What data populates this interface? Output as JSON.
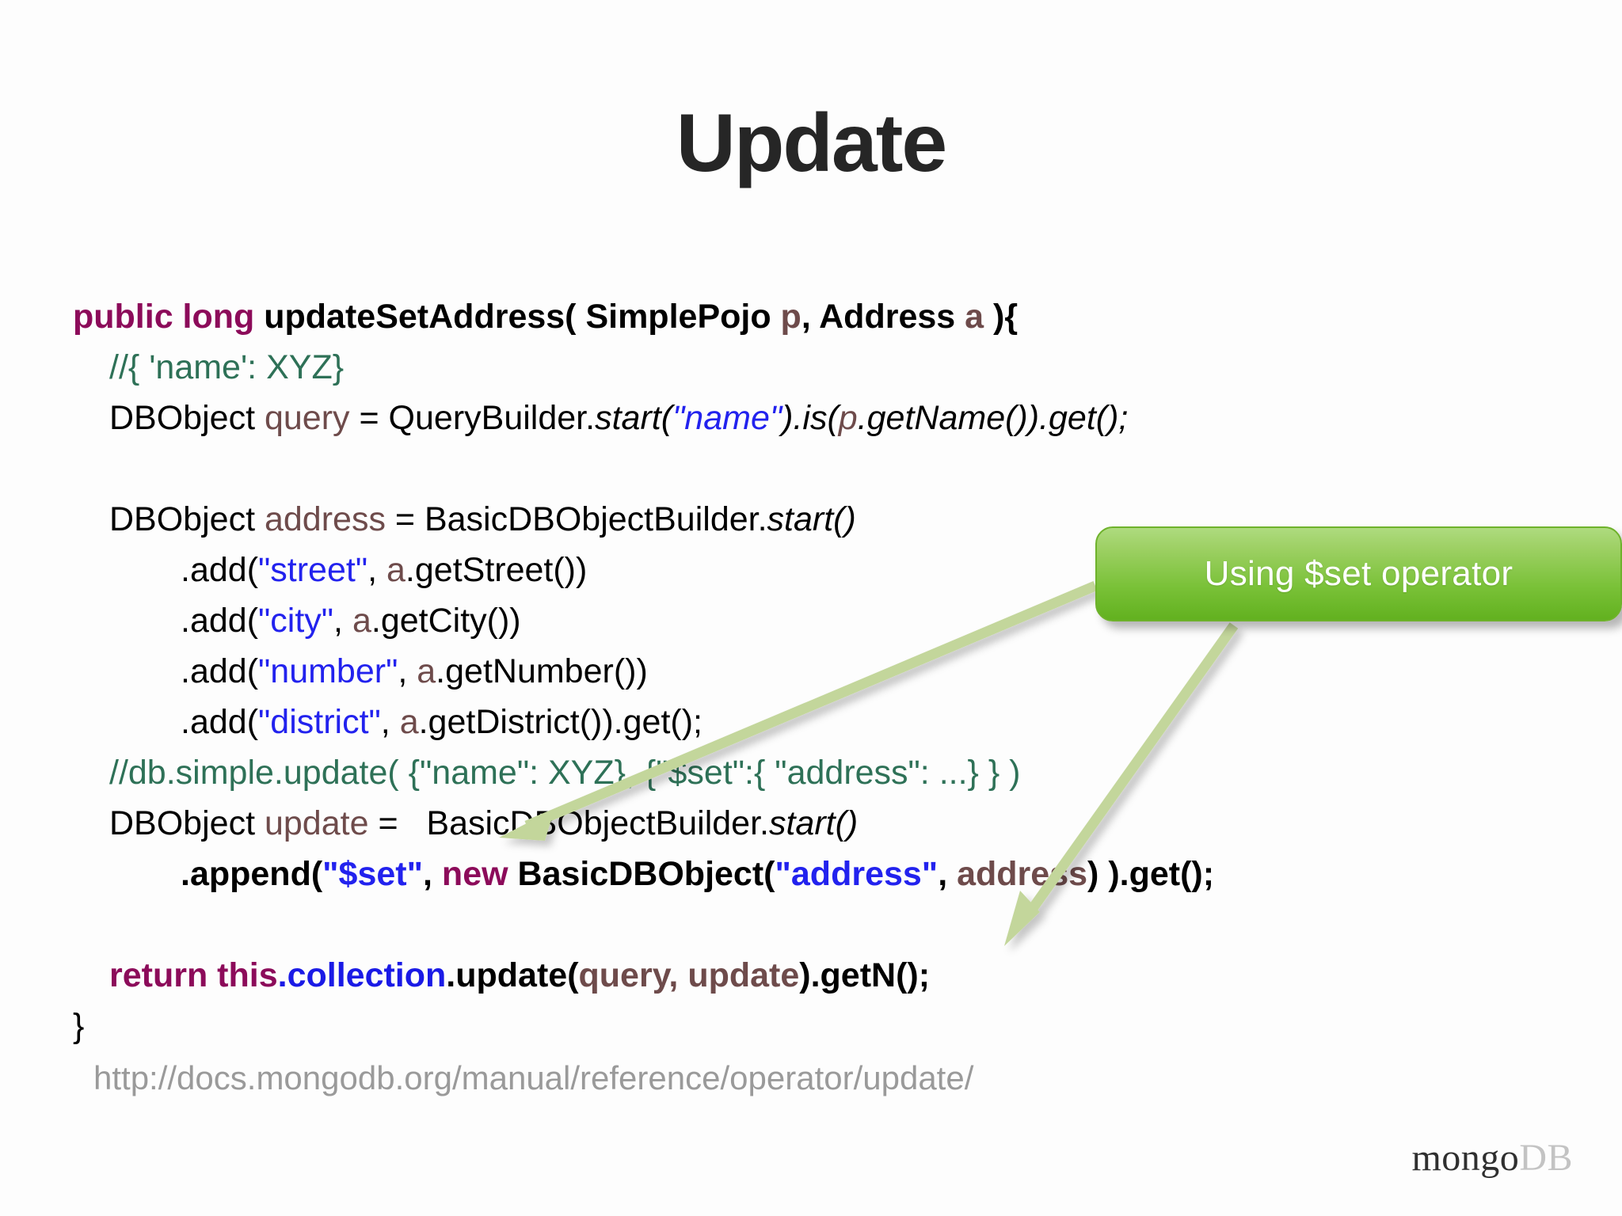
{
  "slide": {
    "title": "Update",
    "background_color": "#ffffff"
  },
  "code": {
    "language": "java",
    "lines": [
      {
        "id": "line-signature",
        "indent": 0,
        "text": "public long updateSetAddress( SimplePojo p, Address a ){",
        "tokens": [
          {
            "t": "public long",
            "c": "keyword"
          },
          {
            "t": " updateSetAddress( SimplePojo ",
            "c": "plain-bold"
          },
          {
            "t": "p",
            "c": "variable-bold"
          },
          {
            "t": ", Address ",
            "c": "plain-bold"
          },
          {
            "t": "a",
            "c": "variable-bold"
          },
          {
            "t": " ){",
            "c": "plain-bold"
          }
        ]
      },
      {
        "id": "line-comment-name",
        "indent": 1,
        "text": "//{ 'name': XYZ}",
        "tokens": [
          {
            "t": "//{ 'name': XYZ}",
            "c": "comment"
          }
        ]
      },
      {
        "id": "line-query",
        "indent": 1,
        "text": "DBObject query = QueryBuilder.start(\"name\").is(p.getName()).get();",
        "tokens": [
          {
            "t": "DBObject ",
            "c": "plain"
          },
          {
            "t": "query",
            "c": "variable"
          },
          {
            "t": " = QueryBuilder.",
            "c": "plain"
          },
          {
            "t": "start(",
            "c": "plain-italic"
          },
          {
            "t": "\"name\"",
            "c": "string-italic"
          },
          {
            "t": ").is(",
            "c": "plain-italic"
          },
          {
            "t": "p",
            "c": "variable-italic"
          },
          {
            "t": ".getName()).get();",
            "c": "plain-italic"
          }
        ]
      },
      {
        "id": "line-blank-1",
        "indent": 0,
        "text": "",
        "tokens": []
      },
      {
        "id": "line-address-builder",
        "indent": 1,
        "text": "DBObject address = BasicDBObjectBuilder.start()",
        "tokens": [
          {
            "t": "DBObject ",
            "c": "plain"
          },
          {
            "t": "address",
            "c": "variable"
          },
          {
            "t": " = BasicDBObjectBuilder.",
            "c": "plain"
          },
          {
            "t": "start()",
            "c": "plain-italic"
          }
        ]
      },
      {
        "id": "line-add-street",
        "indent": 2,
        "text": ".add(\"street\", a.getStreet())",
        "tokens": [
          {
            "t": ".add(",
            "c": "plain"
          },
          {
            "t": "\"street\"",
            "c": "string"
          },
          {
            "t": ", ",
            "c": "plain"
          },
          {
            "t": "a",
            "c": "variable"
          },
          {
            "t": ".getStreet())",
            "c": "plain"
          }
        ]
      },
      {
        "id": "line-add-city",
        "indent": 2,
        "text": ".add(\"city\", a.getCity())",
        "tokens": [
          {
            "t": ".add(",
            "c": "plain"
          },
          {
            "t": "\"city\"",
            "c": "string"
          },
          {
            "t": ", ",
            "c": "plain"
          },
          {
            "t": "a",
            "c": "variable"
          },
          {
            "t": ".getCity())",
            "c": "plain"
          }
        ]
      },
      {
        "id": "line-add-number",
        "indent": 2,
        "text": ".add(\"number\", a.getNumber())",
        "tokens": [
          {
            "t": ".add(",
            "c": "plain"
          },
          {
            "t": "\"number\"",
            "c": "string"
          },
          {
            "t": ", ",
            "c": "plain"
          },
          {
            "t": "a",
            "c": "variable"
          },
          {
            "t": ".getNumber())",
            "c": "plain"
          }
        ]
      },
      {
        "id": "line-add-district",
        "indent": 2,
        "text": ".add(\"district\", a.getDistrict()).get();",
        "tokens": [
          {
            "t": ".add(",
            "c": "plain"
          },
          {
            "t": "\"district\"",
            "c": "string"
          },
          {
            "t": ", ",
            "c": "plain"
          },
          {
            "t": "a",
            "c": "variable"
          },
          {
            "t": ".getDistrict()).get();",
            "c": "plain"
          }
        ]
      },
      {
        "id": "line-comment-shell-update",
        "indent": 1,
        "text": "//db.simple.update( {\"name\": XYZ}, {\"$set\":{ \"address\": ...} } )",
        "tokens": [
          {
            "t": "//db.simple.update( {\"name\": XYZ}, {\"$set\":{ \"address\": ...} } )",
            "c": "comment"
          }
        ]
      },
      {
        "id": "line-update-builder",
        "indent": 1,
        "text": "DBObject update =   BasicDBObjectBuilder.start()",
        "tokens": [
          {
            "t": "DBObject ",
            "c": "plain"
          },
          {
            "t": "update",
            "c": "variable"
          },
          {
            "t": " =   BasicDBObjectBuilder.",
            "c": "plain"
          },
          {
            "t": "start()",
            "c": "plain-italic"
          }
        ]
      },
      {
        "id": "line-append-set",
        "indent": 2,
        "text": ".append(\"$set\", new BasicDBObject(\"address\", address) ).get();",
        "tokens": [
          {
            "t": ".append(",
            "c": "plain-bold"
          },
          {
            "t": "\"$set\"",
            "c": "string-bold"
          },
          {
            "t": ", ",
            "c": "plain-bold"
          },
          {
            "t": "new",
            "c": "keyword"
          },
          {
            "t": " BasicDBObject(",
            "c": "plain-bold"
          },
          {
            "t": "\"address\"",
            "c": "string-bold"
          },
          {
            "t": ", ",
            "c": "plain-bold"
          },
          {
            "t": "address",
            "c": "variable-bold"
          },
          {
            "t": ") ).get();",
            "c": "plain-bold"
          }
        ]
      },
      {
        "id": "line-blank-2",
        "indent": 0,
        "text": "",
        "tokens": []
      },
      {
        "id": "line-return",
        "indent": 1,
        "text": "return this.collection.update(query, update).getN();",
        "tokens": [
          {
            "t": "return this",
            "c": "keyword"
          },
          {
            "t": ".collection",
            "c": "blue-bold"
          },
          {
            "t": ".update(",
            "c": "plain-bold"
          },
          {
            "t": "query, update",
            "c": "variable-bold"
          },
          {
            "t": ").getN();",
            "c": "plain-bold"
          }
        ]
      },
      {
        "id": "line-close-brace",
        "indent": 0,
        "text": "}",
        "tokens": [
          {
            "t": "}",
            "c": "plain"
          }
        ]
      }
    ]
  },
  "callout": {
    "label": "Using $set operator",
    "fill_color": "#79C137",
    "text_color": "#ffffff",
    "arrow_color": "#C3D69B",
    "arrows": 2
  },
  "footer": {
    "url": "http://docs.mongodb.org/manual/reference/operator/update/",
    "url_color": "#9a9a9a"
  },
  "logo": {
    "primary": "mongo",
    "secondary": "DB"
  }
}
